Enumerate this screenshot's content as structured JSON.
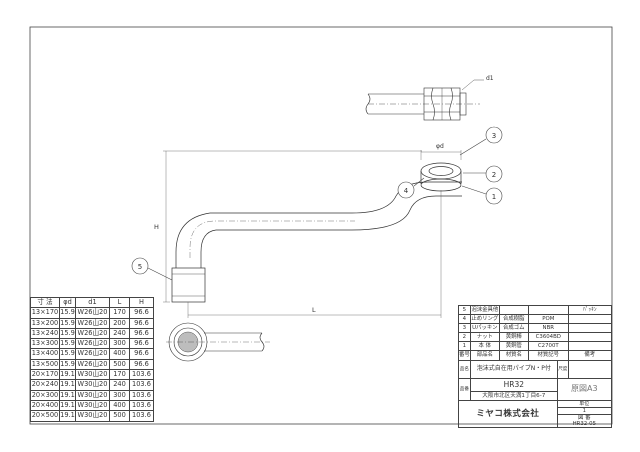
{
  "dimension_table": {
    "headers": [
      "寸 法",
      "φd",
      "d1",
      "L",
      "H"
    ],
    "rows": [
      [
        "13×170",
        "15.9",
        "W26山20",
        "170",
        "96.6"
      ],
      [
        "13×200",
        "15.9",
        "W26山20",
        "200",
        "96.6"
      ],
      [
        "13×240",
        "15.9",
        "W26山20",
        "240",
        "96.6"
      ],
      [
        "13×300",
        "15.9",
        "W26山20",
        "300",
        "96.6"
      ],
      [
        "13×400",
        "15.9",
        "W26山20",
        "400",
        "96.6"
      ],
      [
        "13×500",
        "15.9",
        "W26山20",
        "500",
        "96.6"
      ],
      [
        "20×170",
        "19.1",
        "W30山20",
        "170",
        "103.6"
      ],
      [
        "20×240",
        "19.1",
        "W30山20",
        "240",
        "103.6"
      ],
      [
        "20×300",
        "19.1",
        "W30山20",
        "300",
        "103.6"
      ],
      [
        "20×400",
        "19.1",
        "W30山20",
        "400",
        "103.6"
      ],
      [
        "20×500",
        "19.1",
        "W30山20",
        "500",
        "103.6"
      ]
    ]
  },
  "parts_list": {
    "headers": [
      "番号",
      "部品名",
      "材質名",
      "材質記号",
      "備考"
    ],
    "rows": [
      [
        "5",
        "泡沫金具他",
        "",
        "",
        "ﾊﾟｯｷﾝ"
      ],
      [
        "4",
        "止めリング",
        "合成樹脂",
        "POM",
        ""
      ],
      [
        "3",
        "Uパッキン",
        "合成ゴム",
        "NBR",
        ""
      ],
      [
        "2",
        "ナット",
        "黄銅棒",
        "C3604BD",
        ""
      ],
      [
        "1",
        "本 体",
        "黄銅管",
        "C2700T",
        ""
      ]
    ]
  },
  "title_block": {
    "name_label": "品名",
    "product_name": "泡沫式自在用パイプN・P付",
    "scale_label": "尺度",
    "scale_value": "",
    "code_label": "品番",
    "product_code": "HR32",
    "sheet_size": "原図A3",
    "maker_address": "大阪市北区天満1丁目6-7",
    "unit_label": "単位",
    "unit_value": "1",
    "drawing_no_label": "図 番",
    "drawing_no": "HR32-05",
    "company": "ミヤコ株式会社"
  },
  "drawing": {
    "labels": {
      "d1": "d1",
      "phi_d": "φd",
      "H": "H",
      "L": "L"
    },
    "balloons": [
      "1",
      "2",
      "3",
      "4",
      "5"
    ]
  }
}
